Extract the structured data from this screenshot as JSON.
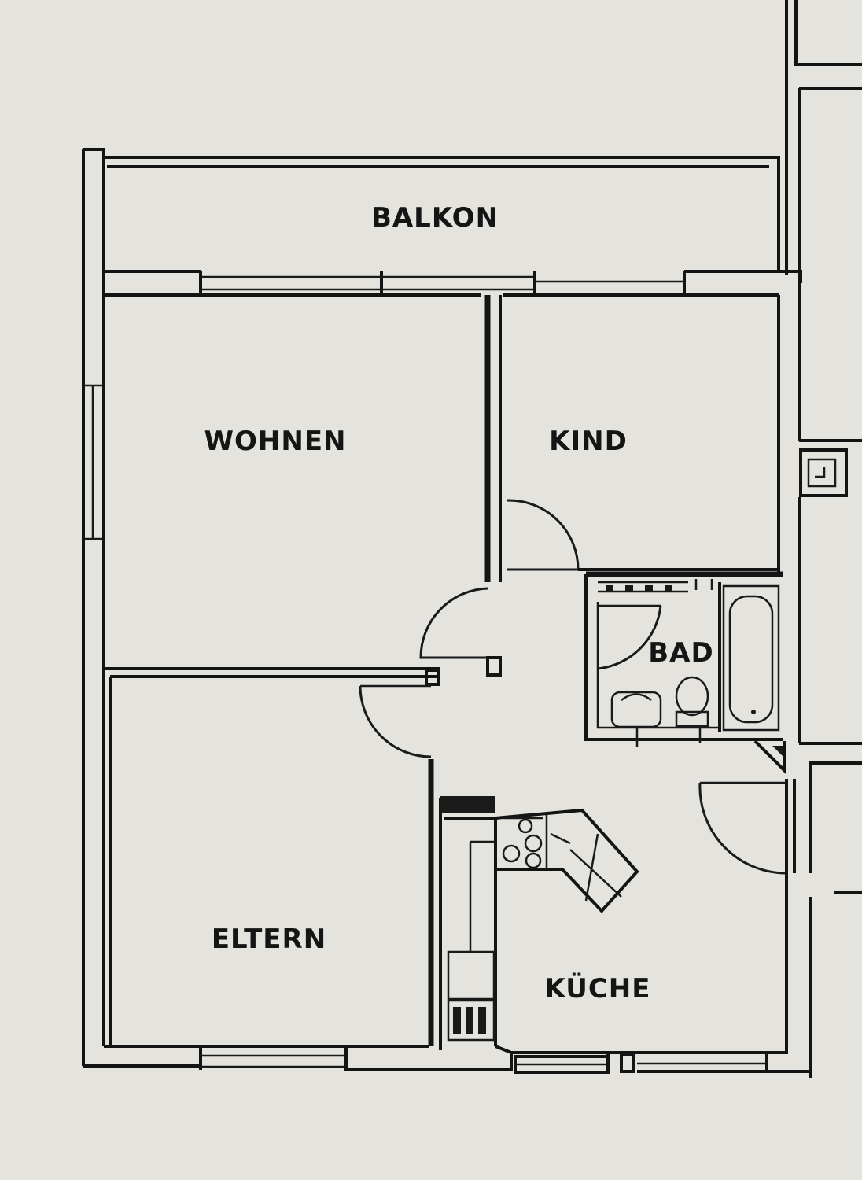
{
  "rooms": {
    "balkon": "BALKON",
    "wohnen": "WOHNEN",
    "kind": "KIND",
    "bad": "BAD",
    "eltern": "ELTERN",
    "kueche": "KÜCHE"
  },
  "colors": {
    "paper": "#e4e3de",
    "ink": "#141414"
  }
}
